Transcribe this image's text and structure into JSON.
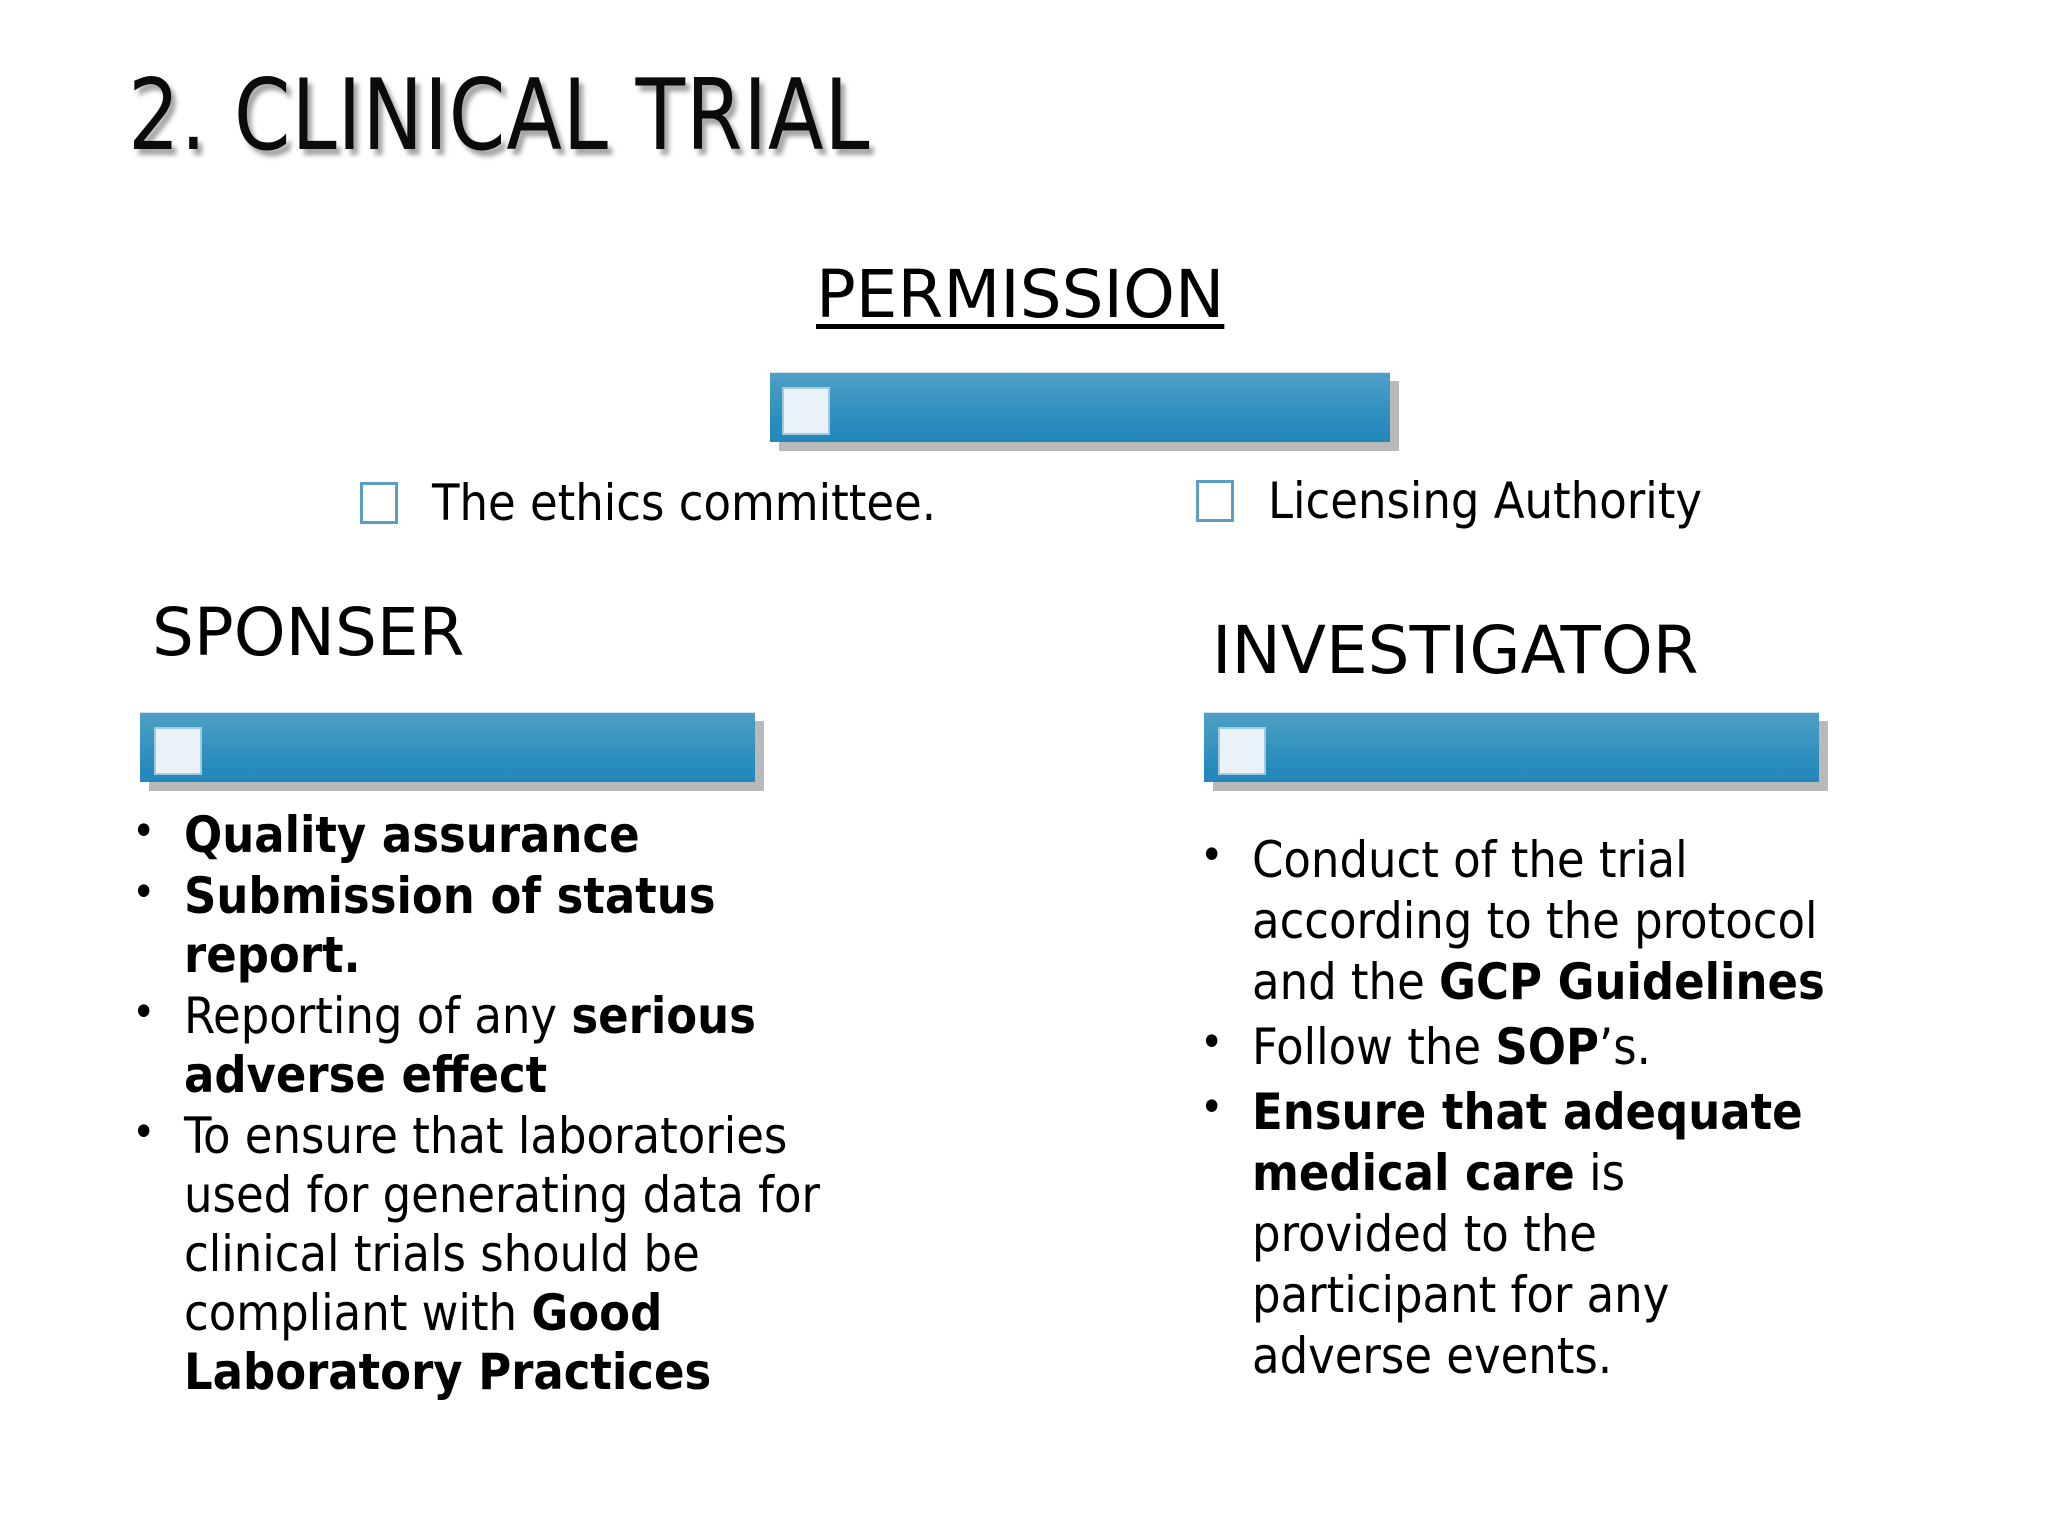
{
  "slide": {
    "title": "2. CLINICAL TRIAL"
  },
  "permission": {
    "heading": "PERMISSION",
    "items": [
      {
        "label": "The ethics committee.",
        "icon": "empty-checkbox-icon"
      },
      {
        "label": "Licensing Authority",
        "icon": "empty-checkbox-icon"
      }
    ]
  },
  "sponsor": {
    "heading": "SPONSER",
    "bullet_glyph": "•",
    "items": [
      {
        "html": "<b>Quality assurance</b>"
      },
      {
        "html": "<b>Submission of status report.</b>"
      },
      {
        "html": "Reporting of any <b>serious adverse effect</b>"
      },
      {
        "html": "To ensure that laboratories used for generating data for clinical trials should be compliant with <b>Good Laboratory Practices</b>"
      }
    ]
  },
  "investigator": {
    "heading": "INVESTIGATOR",
    "bullet_glyph": "•",
    "items": [
      {
        "html": "Conduct of the trial according to the protocol and the <b>GCP Guidelines</b>"
      },
      {
        "html": "Follow the <b>SOP</b>’s."
      },
      {
        "html": "<b>Ensure that adequate medical care</b> is provided to the participant for any adverse events."
      }
    ]
  },
  "colors": {
    "bar_top": "#4fa0c6",
    "bar_bottom": "#2487ba",
    "bar_square": "#eaf2f8",
    "bar_square_border": "#9fcbe0",
    "checkbox_border": "#5b9dc4",
    "text": "#000000",
    "background": "#ffffff",
    "shadow": "#808080"
  }
}
